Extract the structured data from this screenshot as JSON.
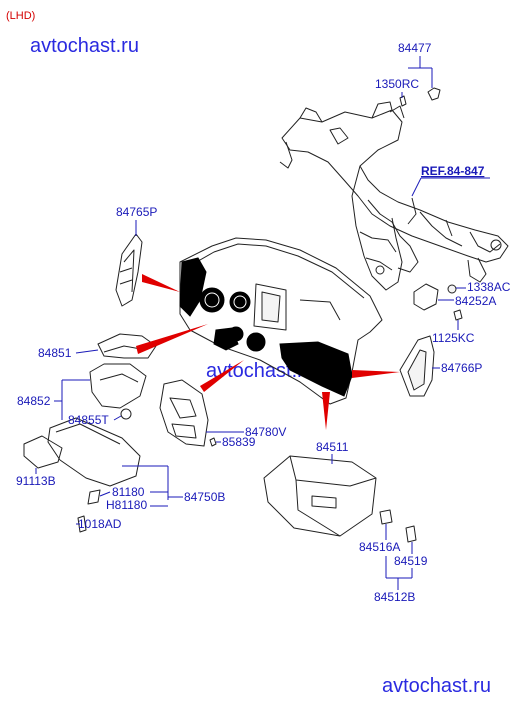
{
  "header": {
    "drive_label": "(LHD)"
  },
  "watermarks": {
    "top": "avtochast.ru",
    "middle": "avtochast.ru",
    "bottom": "avtochast.ru"
  },
  "reference": {
    "label": "REF.84-847"
  },
  "parts": {
    "p84477": "84477",
    "p1350RC": "1350RC",
    "p84765P": "84765P",
    "p1338AC": "1338AC",
    "p84252A": "84252A",
    "p1125KC": "1125KC",
    "p84851": "84851",
    "p84766P": "84766P",
    "p84852": "84852",
    "p84855T": "84855T",
    "p84780V": "84780V",
    "p85839": "85839",
    "p84511": "84511",
    "p91113B": "91113B",
    "p81180": "81180",
    "pH81180": "H81180",
    "p84750B": "84750B",
    "p1018AD": "1018AD",
    "p84516A": "84516A",
    "p84519": "84519",
    "p84512B": "84512B"
  },
  "colors": {
    "label": "#1a1ab8",
    "watermark": "#2a2ae0",
    "header": "#d40000",
    "arrow": "#e00000"
  }
}
